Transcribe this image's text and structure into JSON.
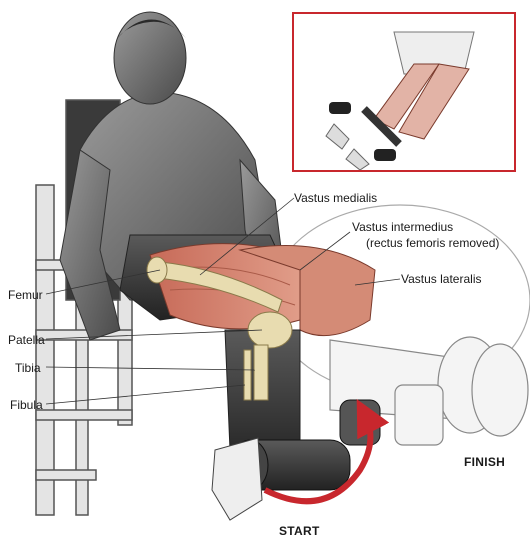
{
  "labels": {
    "vastus_medialis": "Vastus medialis",
    "vastus_intermedius": "Vastus intermedius",
    "rectus_femoris_note": "(rectus femoris removed)",
    "vastus_lateralis": "Vastus lateralis",
    "femur": "Femur",
    "patella": "Patella",
    "tibia": "Tibia",
    "fibula": "Fibula",
    "finish": "FINISH",
    "start": "START"
  },
  "colors": {
    "inset_border": "#c8272d",
    "arrow": "#c8272d",
    "muscle": "#d9826f",
    "bone": "#e8dcb0",
    "skin_dark": "#3b3b3b"
  }
}
